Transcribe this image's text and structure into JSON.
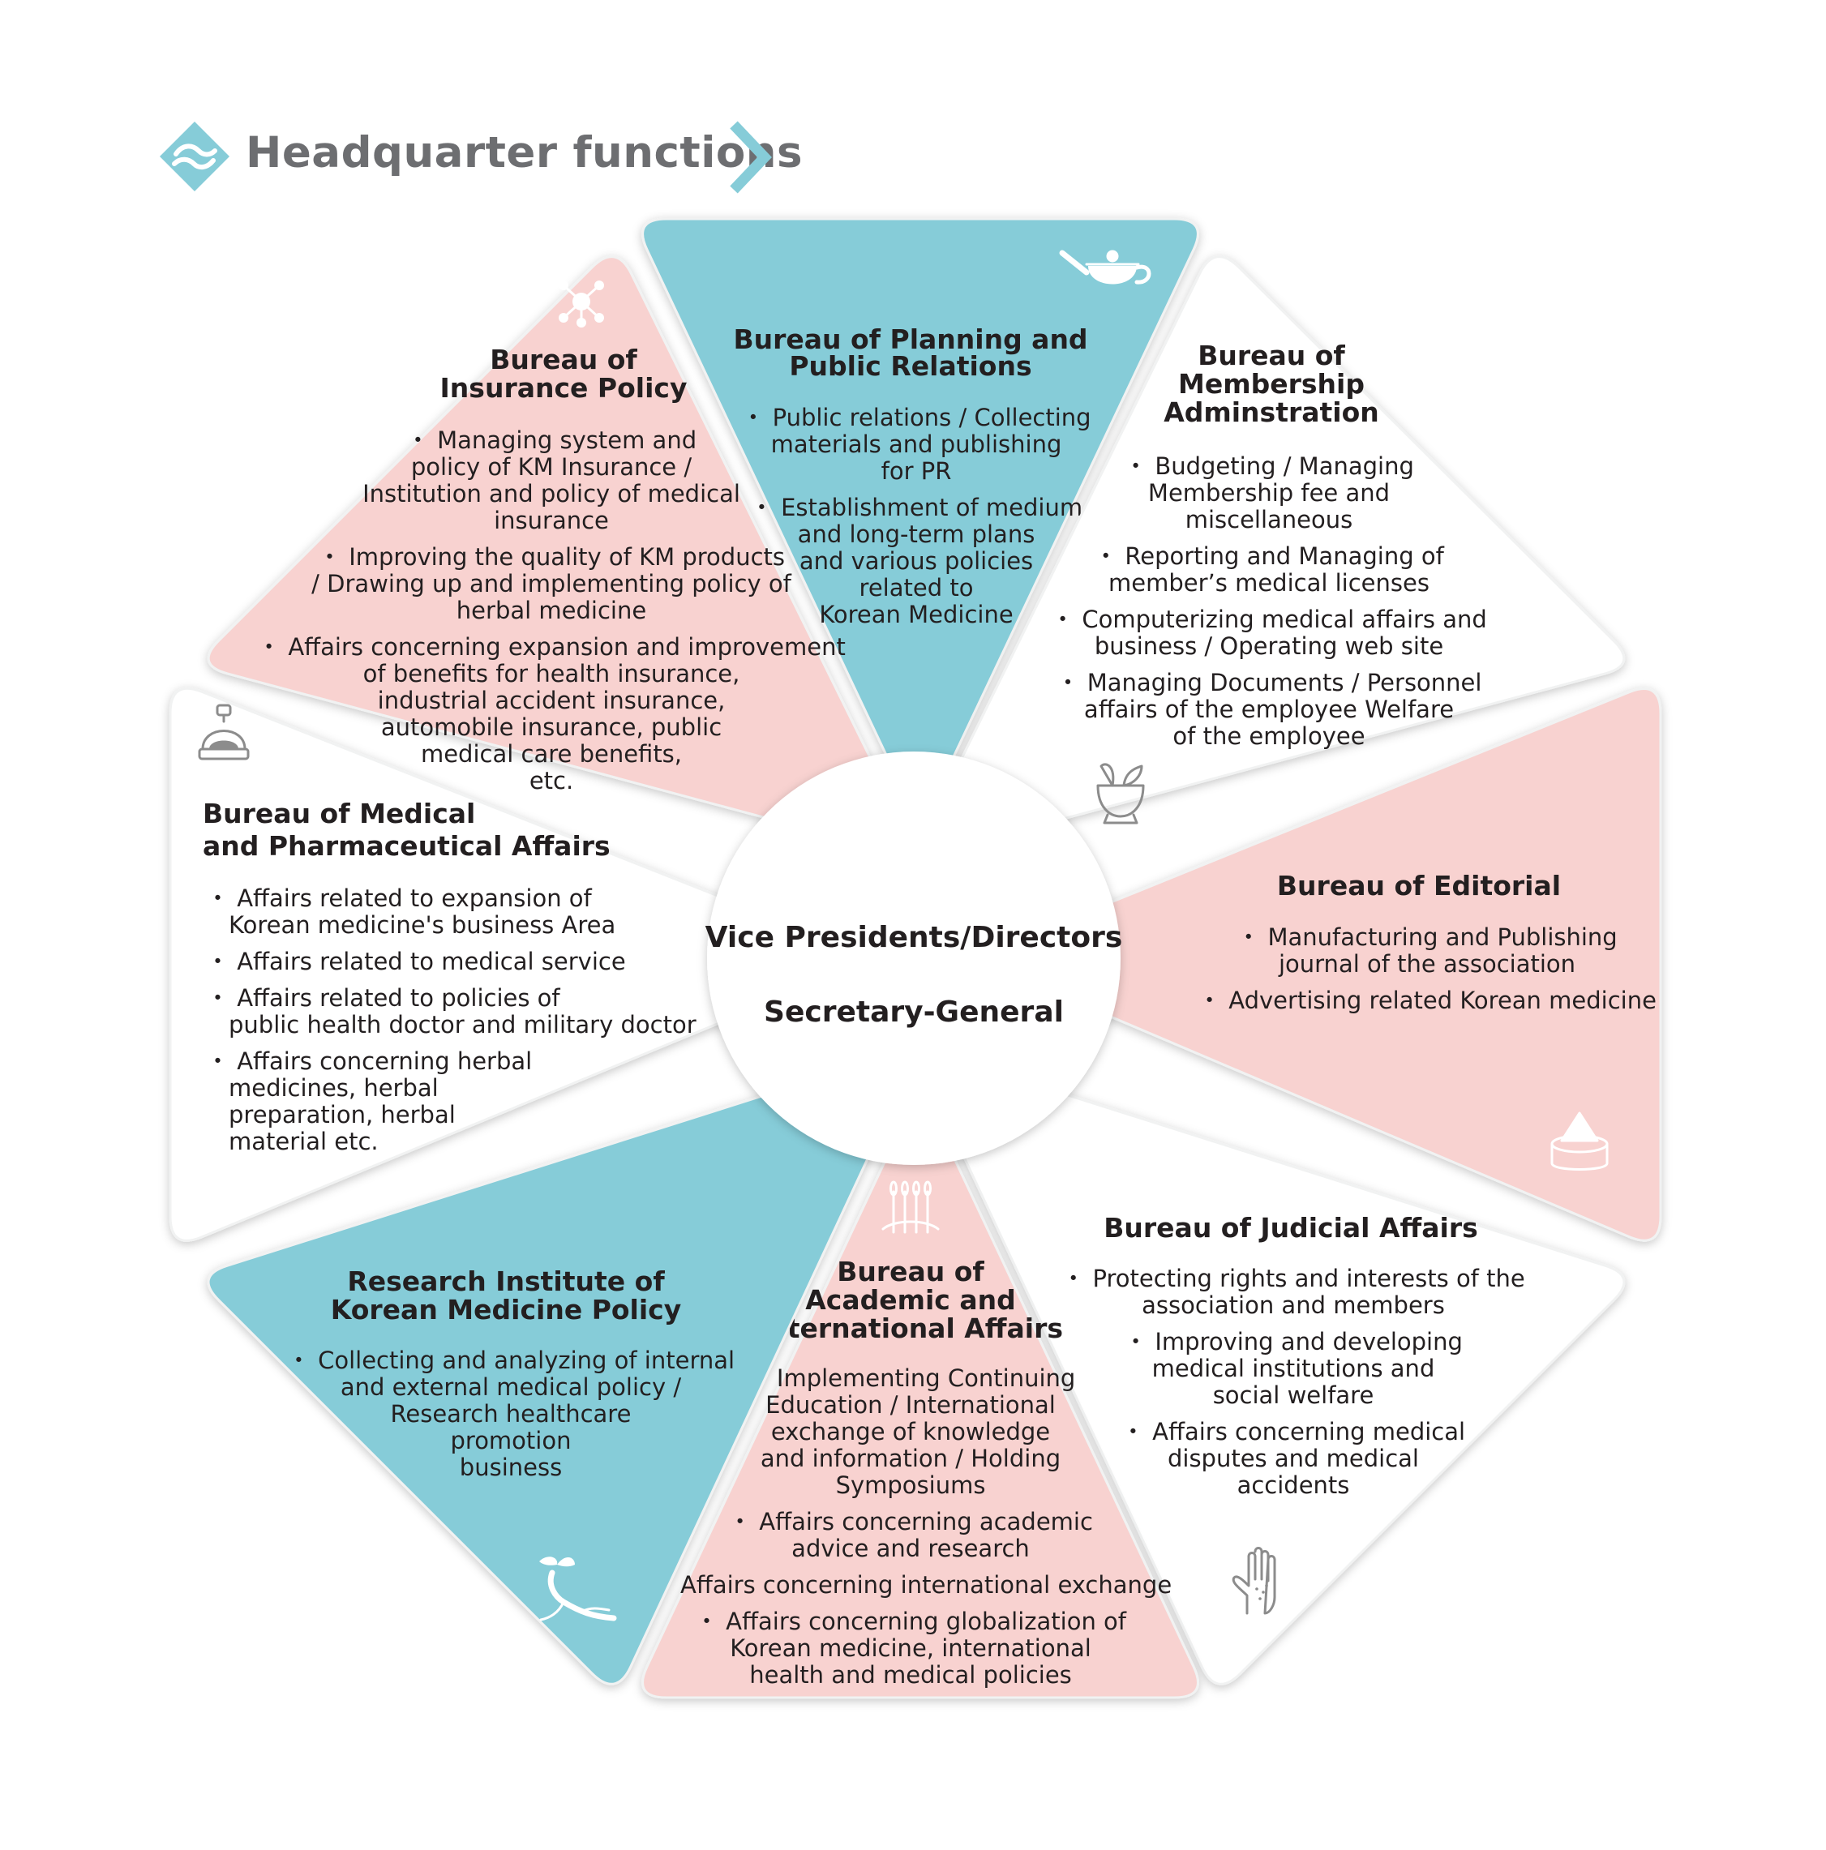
{
  "header": {
    "title": "Headquarter functions",
    "logo_icon": "diamond-logo-icon",
    "arrow_icon": "chevron-right-icon"
  },
  "colors": {
    "teal": "#86ccd8",
    "pink": "#f8d2d0",
    "white": "#ffffff",
    "text": "#231f20",
    "header_text": "#6d6e71"
  },
  "center": {
    "line1": "Vice Presidents/Directors",
    "line2": "Secretary-General"
  },
  "segments": [
    {
      "id": "planning",
      "color": "teal",
      "icon": "teapot-icon",
      "title": [
        "Bureau of Planning and",
        "Public Relations"
      ],
      "items": [
        "・ Public relations / Collecting",
        "materials and publishing",
        "for PR",
        "・ Establishment of medium",
        "and long-term plans",
        "and various policies",
        "related to",
        "Korean Medicine"
      ]
    },
    {
      "id": "membership",
      "color": "white",
      "icon": "mortar-icon",
      "title": [
        "Bureau of",
        "Membership",
        "Adminstration"
      ],
      "items": [
        "・ Budgeting / Managing",
        "Membership fee and",
        "miscellaneous",
        "・ Reporting and Managing of",
        "member’s medical licenses",
        "・ Computerizing medical affairs and",
        "business / Operating web site",
        "・ Managing Documents / Personnel",
        "affairs of the employee Welfare",
        "of the employee"
      ]
    },
    {
      "id": "editorial",
      "color": "pink",
      "icon": "moxa-icon",
      "title": [
        "Bureau of Editorial"
      ],
      "items": [
        "・ Manufacturing and Publishing",
        "journal of the association",
        "・ Advertising related Korean medicine"
      ]
    },
    {
      "id": "judicial",
      "color": "white",
      "icon": "hand-icon",
      "title": [
        "Bureau of Judicial Affairs"
      ],
      "items": [
        "・ Protecting rights and interests of the",
        "association and members",
        "・ Improving and developing",
        "medical institutions and",
        "social welfare",
        "・ Affairs concerning medical",
        "disputes and medical",
        "accidents"
      ]
    },
    {
      "id": "academic",
      "color": "pink",
      "icon": "acupuncture-needles-icon",
      "title": [
        "Bureau of",
        "Academic and",
        "International Affairs"
      ],
      "items": [
        "・ Implementing Continuing",
        "Education / International",
        "exchange of knowledge",
        "and information / Holding",
        "Symposiums",
        "・ Affairs concerning academic",
        "advice and research",
        "・ Affairs concerning international exchange",
        "・ Affairs concerning globalization of",
        "Korean medicine, international",
        "health and medical policies"
      ]
    },
    {
      "id": "research",
      "color": "teal",
      "icon": "ginseng-icon",
      "title": [
        "Research Institute of",
        "Korean Medicine Policy"
      ],
      "items": [
        "・ Collecting and analyzing of internal",
        "and external medical policy /",
        "Research healthcare",
        "promotion",
        "business"
      ]
    },
    {
      "id": "medical",
      "color": "white",
      "icon": "cupping-jar-icon",
      "title": [
        "Bureau of Medical",
        "and Pharmaceutical Affairs"
      ],
      "items": [
        "・ Affairs related to expansion of",
        "Korean medicine's business Area",
        "・ Affairs related to medical service",
        "・ Affairs related to policies of",
        "public health doctor and military doctor",
        "・ Affairs concerning herbal",
        "medicines, herbal",
        "preparation, herbal",
        "material etc."
      ]
    },
    {
      "id": "insurance",
      "color": "pink",
      "icon": "molecule-icon",
      "title": [
        "Bureau of",
        "Insurance Policy"
      ],
      "items": [
        "・ Managing system and",
        "policy of KM Insurance /",
        "Institution and policy of medical",
        "insurance",
        "・ Improving the quality of KM products",
        "/ Drawing up and implementing policy of",
        "herbal medicine",
        "・ Affairs concerning expansion and improvement",
        "of benefits for health insurance,",
        "industrial accident insurance,",
        "automobile insurance, public",
        "medical care benefits,",
        "etc."
      ]
    }
  ]
}
